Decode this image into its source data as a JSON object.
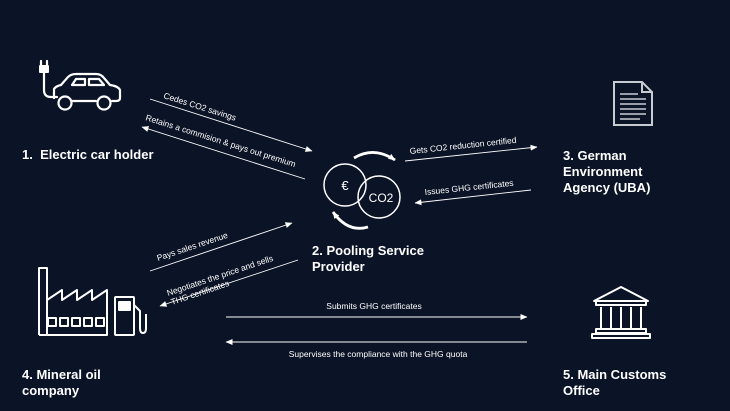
{
  "nodes": {
    "car_holder": "1.  Electric car holder",
    "pooling_line1": "2. Pooling Service",
    "pooling_line2": "Provider",
    "uba_line1": "3. German",
    "uba_line2": "Environment",
    "uba_line3": "Agency (UBA)",
    "oil_line1": "4. Mineral oil",
    "oil_line2": "company",
    "customs_line1": "5. Main Customs",
    "customs_line2": "Office"
  },
  "arrows": {
    "cedes": "Cedes CO2 savings",
    "retains": "Retains a commision & pays out premium",
    "gets_certified": "Gets CO2 reduction certified",
    "issues": "Issues GHG certificates",
    "pays_sales": "Pays sales revenue",
    "negotiates_1": "Negotiates the price and sells",
    "negotiates_2": "THG certificates",
    "submits": "Submits GHG certificates",
    "supervises": "Supervises the compliance with the GHG quota"
  },
  "cycle": {
    "euro": "€",
    "co2": "CO2"
  },
  "icons": {
    "car": "electric-car-icon",
    "document": "document-icon",
    "factory": "factory-icon",
    "fuel_pump": "fuel-pump-icon",
    "building": "government-building-icon"
  },
  "colors": {
    "background": "#0b1326",
    "foreground": "#ffffff",
    "document_icon": "#c8cbd2"
  }
}
